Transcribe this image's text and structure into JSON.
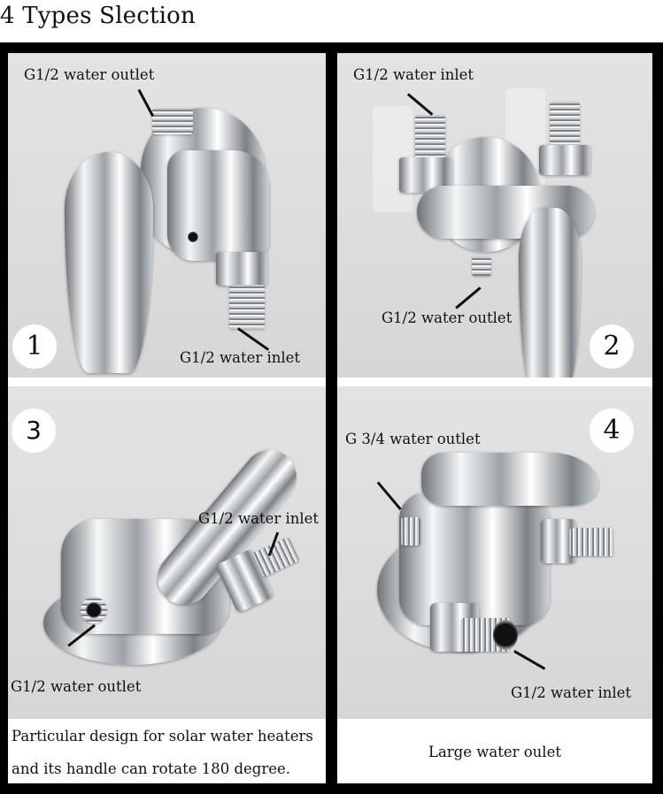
{
  "header": {
    "title": "4 Types Slection"
  },
  "panels": [
    {
      "number": "1",
      "labels": {
        "top": "G1/2 water outlet",
        "bottom": "G1/2 water inlet"
      }
    },
    {
      "number": "2",
      "labels": {
        "top": "G1/2 water inlet",
        "bottom": "G1/2 water outlet"
      }
    },
    {
      "number": "3",
      "labels": {
        "right": "G1/2 water inlet",
        "bottom": "G1/2 water outlet"
      },
      "caption_lines": [
        "Particular design for solar water heaters",
        "and its handle can rotate 180 degree."
      ]
    },
    {
      "number": "4",
      "labels": {
        "top": "G 3/4 water outlet",
        "bottom": "G1/2 water inlet"
      },
      "caption_lines": [
        "Large water oulet"
      ]
    }
  ],
  "colors": {
    "frame": "#000000",
    "panel_bg": "#dcdcdc",
    "caption_bg": "#ffffff",
    "text": "#111111"
  }
}
